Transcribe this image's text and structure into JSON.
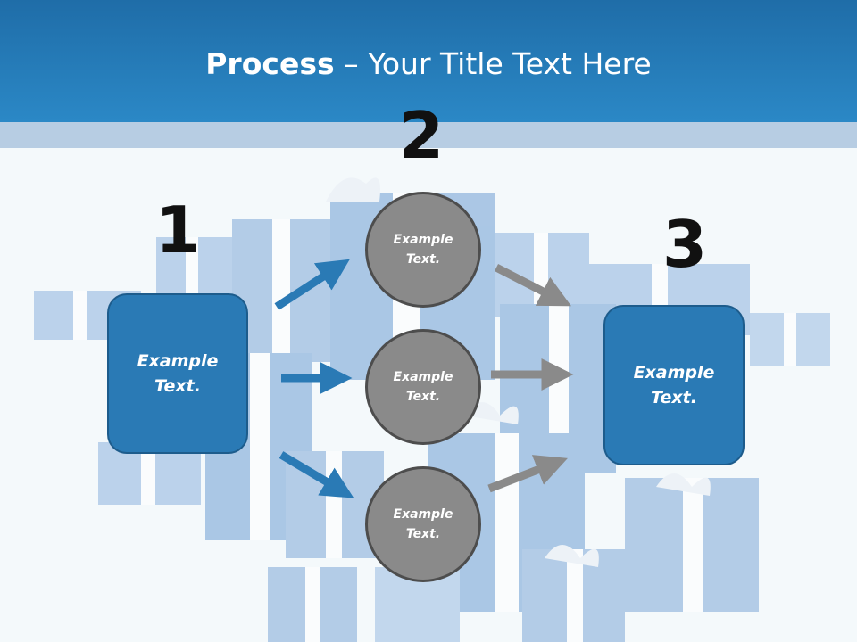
{
  "title": {
    "bold": "Process",
    "rest": " – Your Title Text Here"
  },
  "steps": [
    {
      "number": "1",
      "text_line1": "Example",
      "text_line2": "Text."
    },
    {
      "number": "2"
    },
    {
      "number": "3",
      "text_line1": "Example",
      "text_line2": "Text."
    }
  ],
  "circles": [
    {
      "text_line1": "Example",
      "text_line2": "Text."
    },
    {
      "text_line1": "Example",
      "text_line2": "Text."
    },
    {
      "text_line1": "Example",
      "text_line2": "Text."
    }
  ],
  "colors": {
    "header": "#2b88c6",
    "box": "#2a7ab5",
    "circle": "#8a8a8a",
    "arrow_blue": "#2a7ab5",
    "arrow_gray": "#8a8a8a"
  },
  "icons": [
    "gift-box-background"
  ]
}
